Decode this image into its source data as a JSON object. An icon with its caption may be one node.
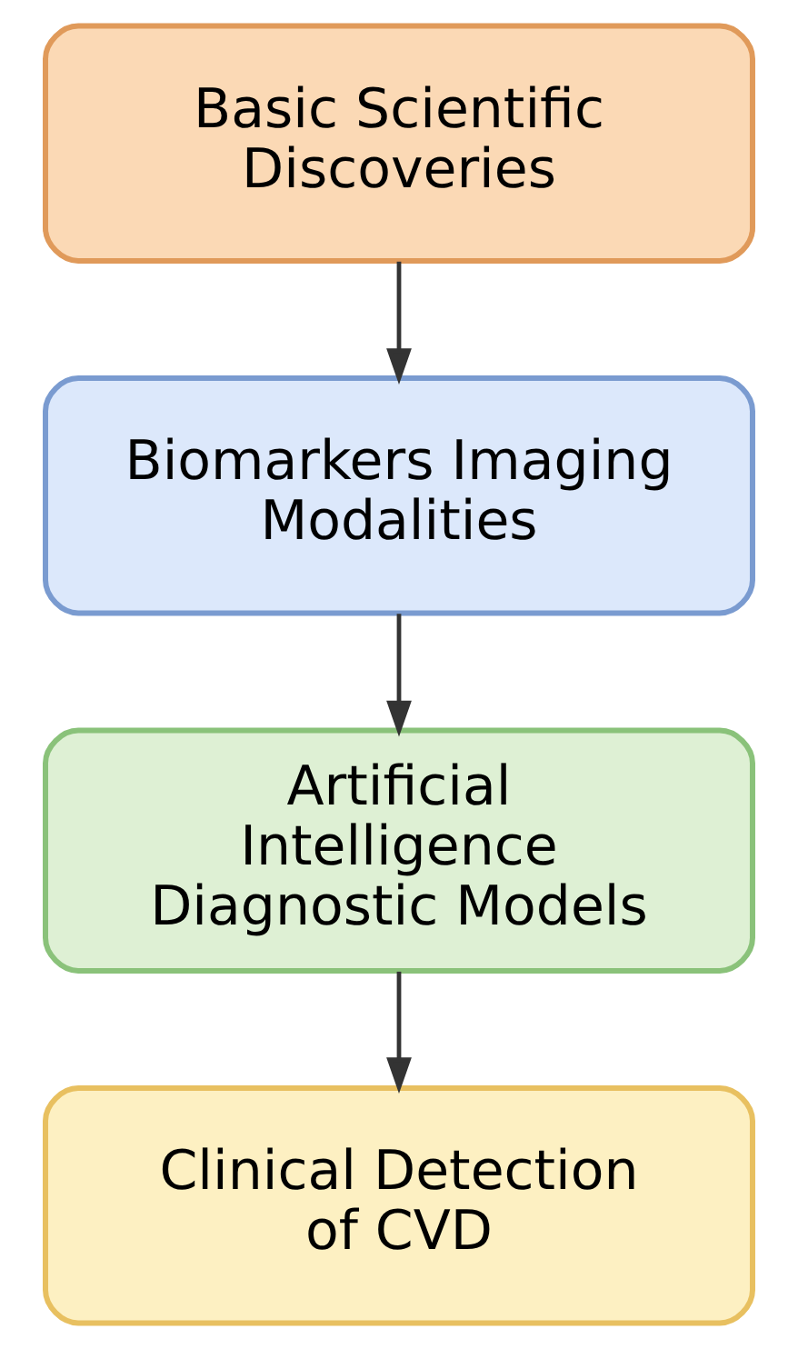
{
  "diagram": {
    "nodes": [
      {
        "text": [
          "Basic Scientific Discoveries"
        ]
      },
      {
        "text": [
          "Biomarkers Imaging Modalities"
        ]
      },
      {
        "text": [
          "Artificial Intelligence Diagnostic Models"
        ]
      },
      {
        "text": [
          "Clinical Detection of CVD"
        ]
      }
    ],
    "edges": [
      {
        "from": 0,
        "to": 1,
        "arrow": "to"
      },
      {
        "from": 1,
        "to": 2,
        "arrow": "to"
      },
      {
        "from": 2,
        "to": 3,
        "arrow": "to"
      }
    ]
  }
}
